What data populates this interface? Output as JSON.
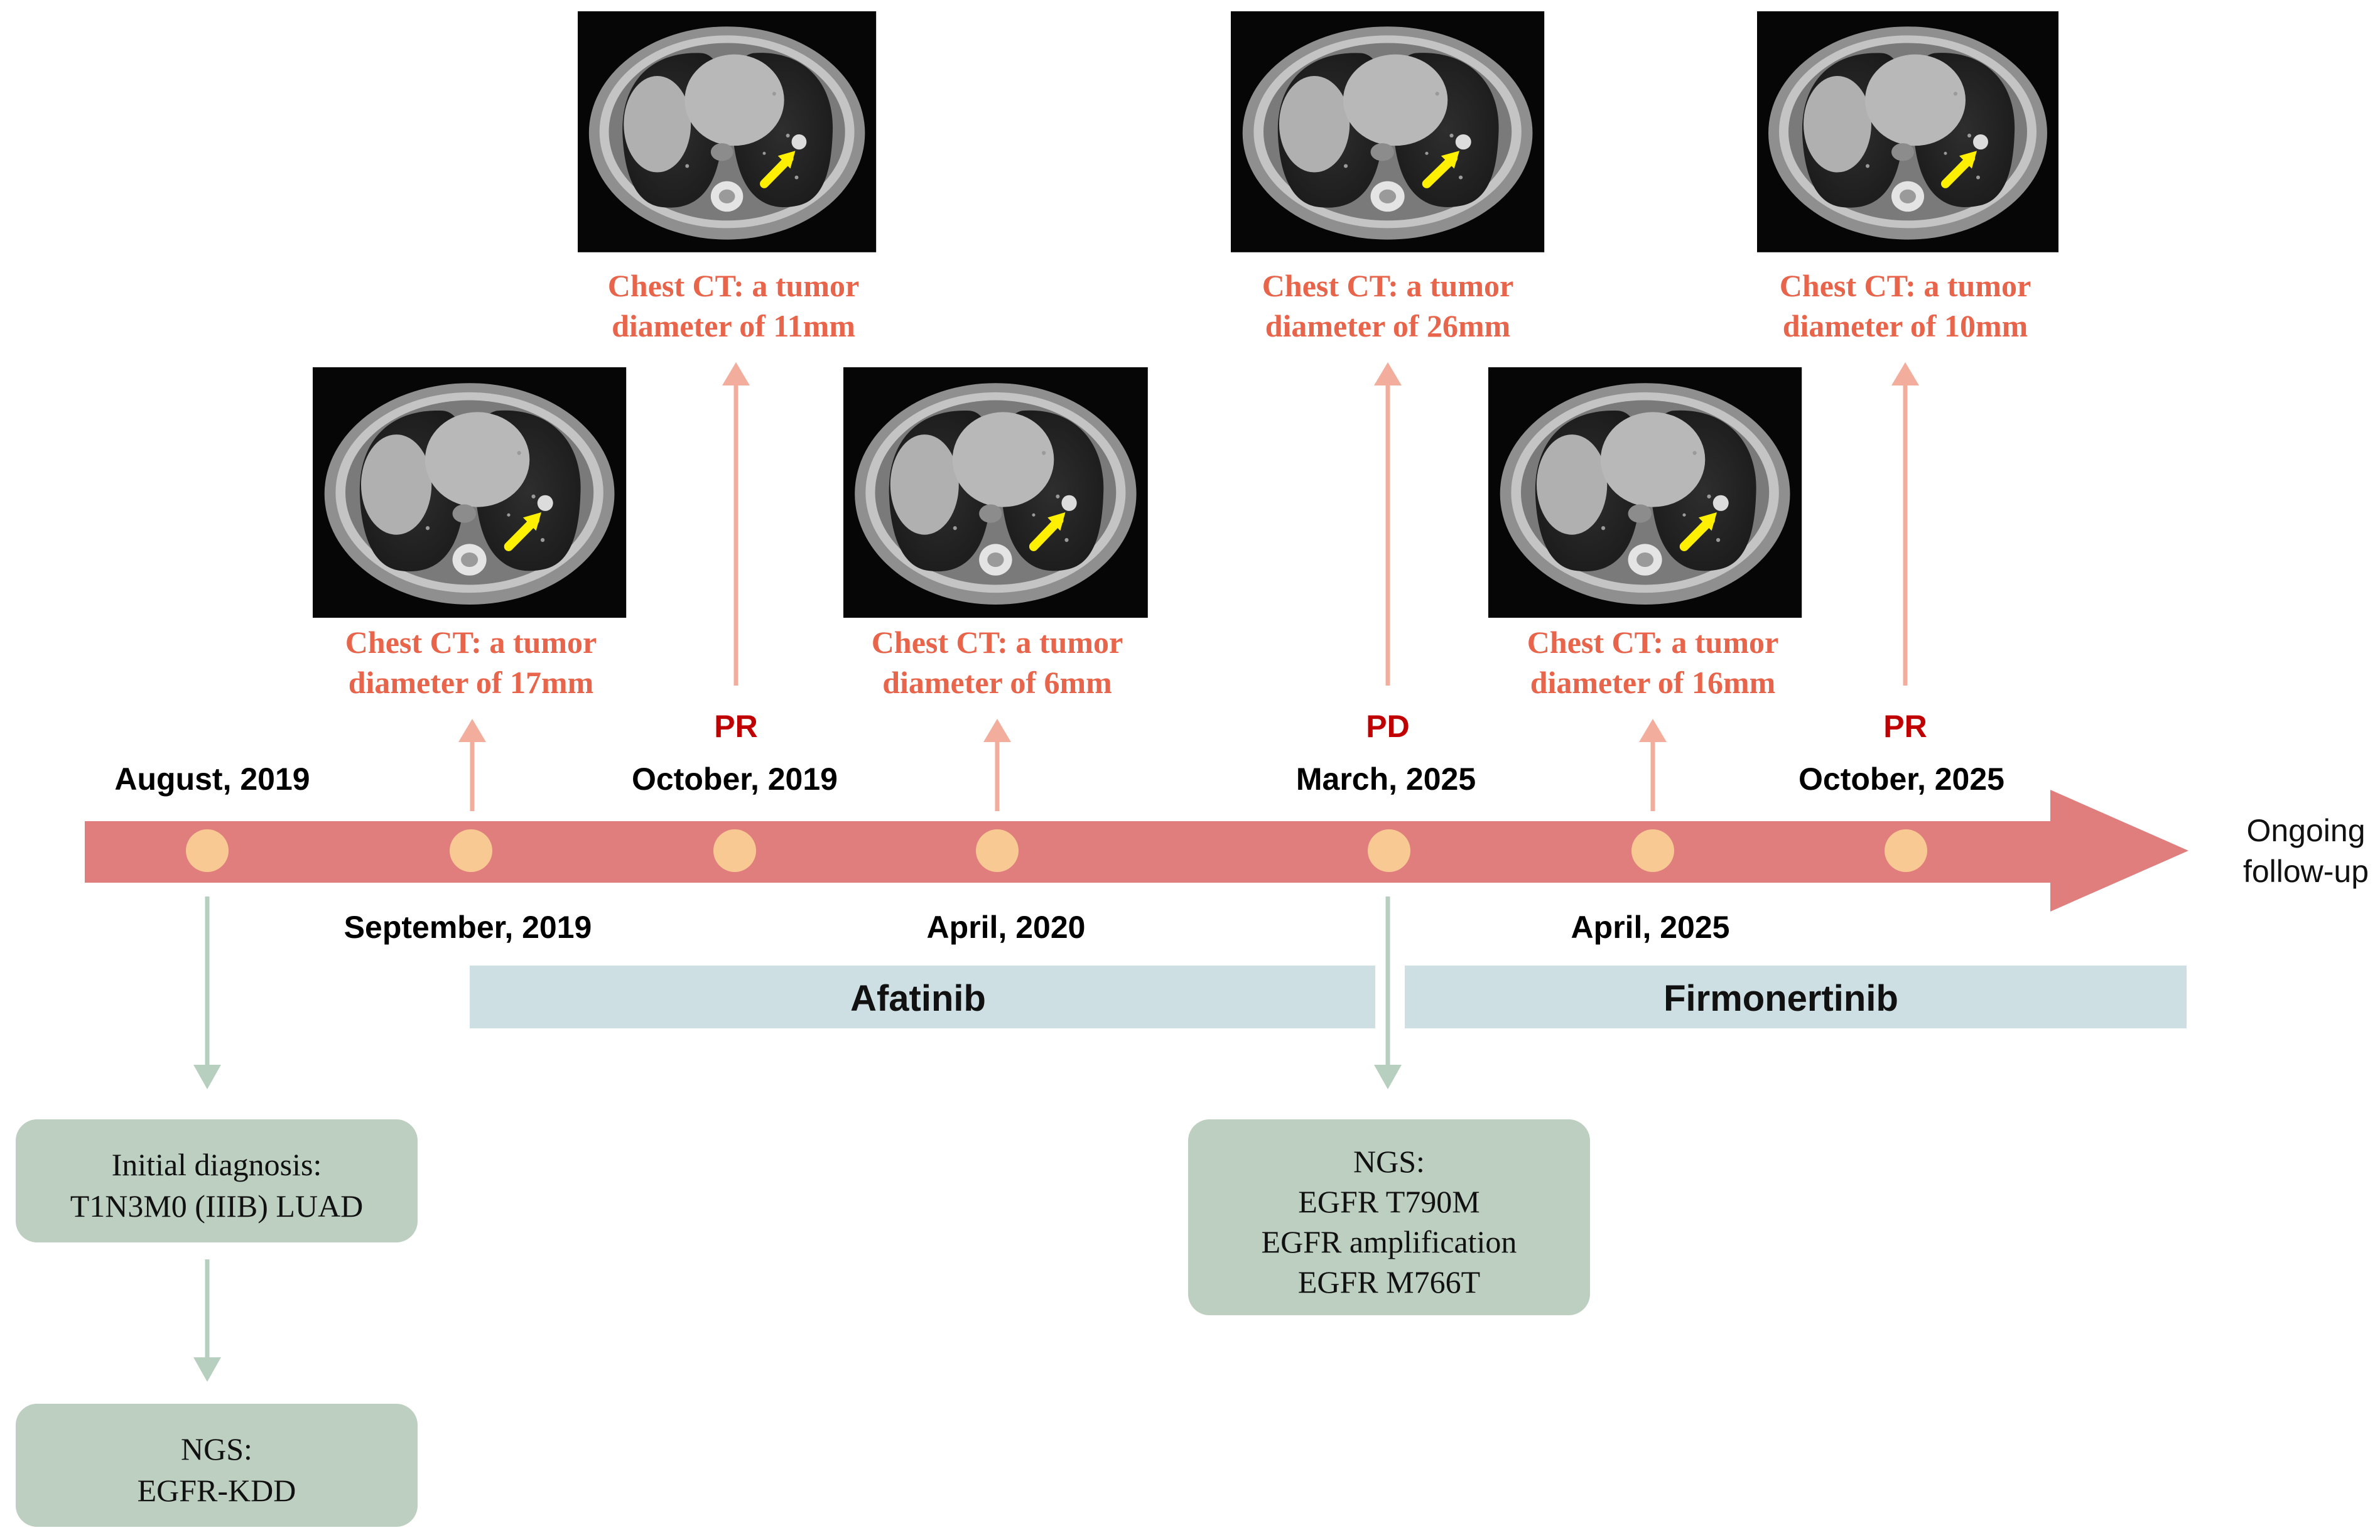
{
  "colors": {
    "timeline": "#e07e7e",
    "node": "#f8c992",
    "arrow_up": "#f3ad9c",
    "arrow_down": "#b6cfbe",
    "ct_text": "#e8644a",
    "status_text": "#c00000",
    "drug_bar": "#cddfe3",
    "info_box": "#bccfc0"
  },
  "end_label": {
    "line1": "Ongoing",
    "line2": "follow-up"
  },
  "dates": [
    {
      "id": "aug-2019",
      "label": "August, 2019"
    },
    {
      "id": "sep-2019",
      "label": "September, 2019"
    },
    {
      "id": "oct-2019",
      "label": "October, 2019"
    },
    {
      "id": "apr-2020",
      "label": "April, 2020"
    },
    {
      "id": "mar-2025",
      "label": "March, 2025"
    },
    {
      "id": "apr-2025",
      "label": "April, 2025"
    },
    {
      "id": "oct-2025",
      "label": "October, 2025"
    }
  ],
  "statuses": {
    "oct_2019": "PR",
    "mar_2025": "PD",
    "oct_2025": "PR"
  },
  "ct_findings": [
    {
      "id": "ct-sep-2019",
      "line1": "Chest CT: a tumor",
      "line2": "diameter of 17mm"
    },
    {
      "id": "ct-oct-2019",
      "line1": "Chest CT: a tumor",
      "line2": "diameter of 11mm"
    },
    {
      "id": "ct-apr-2020",
      "line1": "Chest CT: a tumor",
      "line2": "diameter of 6mm"
    },
    {
      "id": "ct-mar-2025",
      "line1": "Chest CT: a tumor",
      "line2": "diameter of 26mm"
    },
    {
      "id": "ct-apr-2025",
      "line1": "Chest CT: a tumor",
      "line2": "diameter of 16mm"
    },
    {
      "id": "ct-oct-2025",
      "line1": "Chest CT: a tumor",
      "line2": "diameter of 10mm"
    }
  ],
  "treatments": {
    "first": "Afatinib",
    "second": "Firmonertinib"
  },
  "info_boxes": {
    "diagnosis": {
      "line1": "Initial diagnosis:",
      "line2": "T1N3M0 (IIIB) LUAD"
    },
    "ngs_initial": {
      "line1": "NGS:",
      "line2": "EGFR-KDD"
    },
    "ngs_progression": {
      "line1": "NGS:",
      "line2": "EGFR T790M",
      "line3": "EGFR amplification",
      "line4": "EGFR M766T"
    }
  }
}
